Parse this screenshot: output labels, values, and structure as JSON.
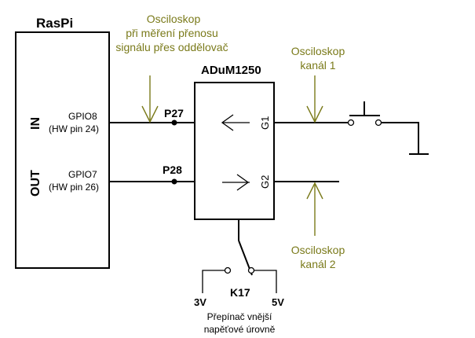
{
  "raspi": {
    "title": "RasPi",
    "in_label": "IN",
    "out_label": "OUT"
  },
  "gpio8": {
    "name": "GPIO8",
    "pin": "(HW pin 24)"
  },
  "gpio7": {
    "name": "GPIO7",
    "pin": "(HW pin 26)"
  },
  "osc_isolator": {
    "line1": "Osciloskop",
    "line2": "při měření přenosu",
    "line3": "signálu přes oddělovač"
  },
  "chip": {
    "title": "ADuM1250",
    "g1": "G1",
    "g2": "G2"
  },
  "nodes": {
    "p27": "P27",
    "p28": "P28"
  },
  "osc_ch1": {
    "line1": "Osciloskop",
    "line2": "kanál 1"
  },
  "osc_ch2": {
    "line1": "Osciloskop",
    "line2": "kanál 2"
  },
  "switch": {
    "name": "K17",
    "left": "3V",
    "right": "5V",
    "desc1": "Přepínač vnější",
    "desc2": "napěťové úrovně"
  },
  "colors": {
    "annotation": "#7a7a1a",
    "lines": "#000000"
  }
}
